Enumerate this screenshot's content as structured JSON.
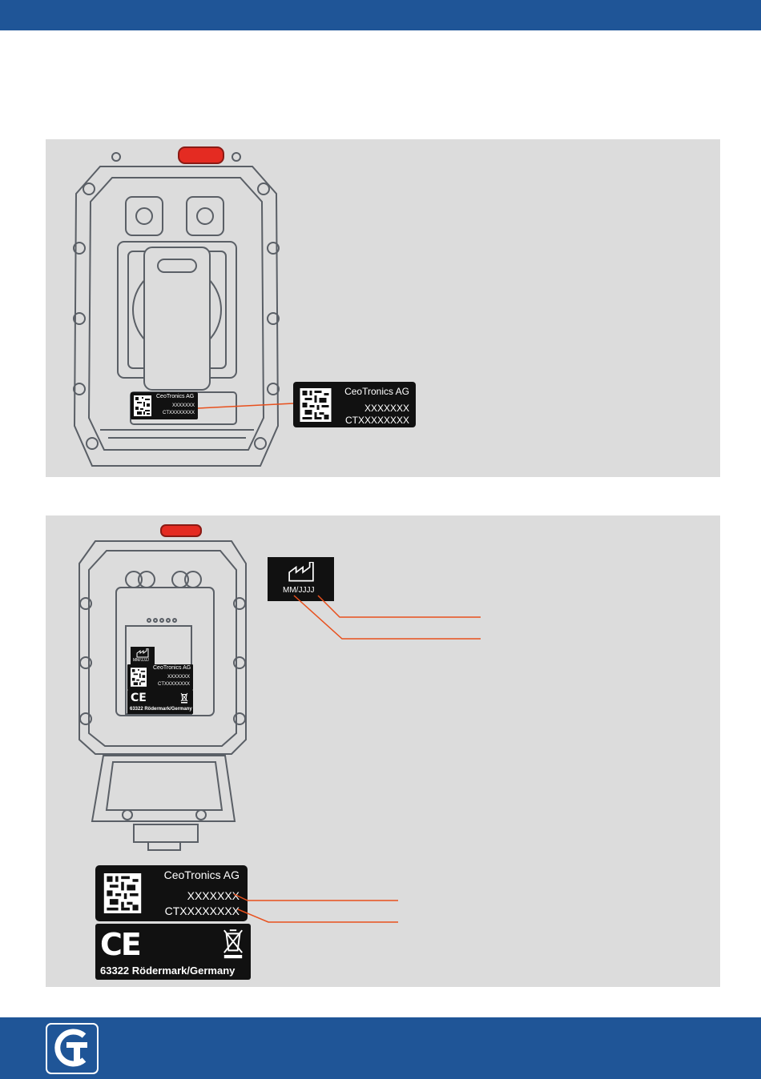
{
  "colors": {
    "header_bar": "#1f5597",
    "panel_bg": "#dcdcdc",
    "callout_line": "#e8501d",
    "device_outline": "#5a5f66",
    "button_red": "#e42b22"
  },
  "panel1": {
    "serial_label": {
      "company": "CeoTronics AG",
      "serial": "XXXXXXX",
      "article": "CTXXXXXXXX"
    }
  },
  "panel2": {
    "manufacture_label": {
      "icon": "factory-icon",
      "date_code": "MM/JJJJ"
    },
    "serial_label": {
      "company": "CeoTronics AG",
      "serial": "XXXXXXX",
      "article": "CTXXXXXXXX"
    },
    "ce_label": {
      "mark": "CE",
      "icon": "weee-bin-icon",
      "address": "63322 Rödermark/Germany"
    }
  },
  "footer": {
    "logo": "ceotronics-logo-icon"
  }
}
